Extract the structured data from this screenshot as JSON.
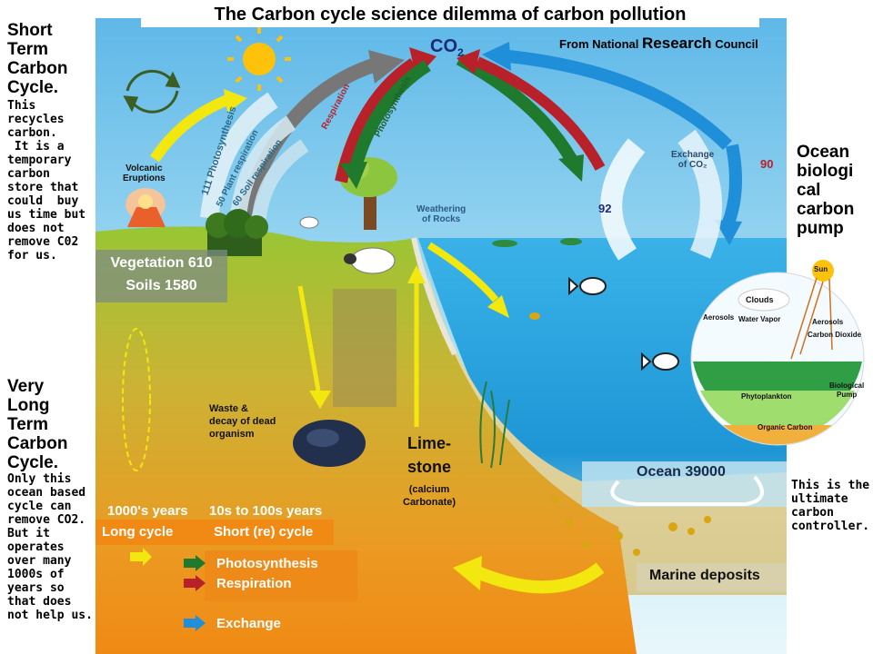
{
  "title": "The Carbon cycle science dilemma of carbon pollution",
  "source": {
    "prefix": "From National ",
    "emphasis": "Research",
    "suffix": " Council"
  },
  "left_top": {
    "heading": [
      "Short",
      "Term",
      "Carbon",
      "Cycle."
    ],
    "body": [
      "This",
      "recycles",
      "carbon.",
      " It is a",
      "temporary",
      "carbon",
      "store that",
      "could  buy",
      "us time but",
      "does not",
      "remove C02",
      "for us."
    ]
  },
  "left_bottom": {
    "heading": [
      "Very",
      "Long",
      "Term",
      "Carbon",
      "Cycle."
    ],
    "body": [
      "Only this",
      "ocean based",
      "cycle can",
      "remove CO2.",
      "But it",
      "operates",
      "over many",
      "1000s of",
      "years so",
      "that does",
      "not help us."
    ]
  },
  "right_top": {
    "heading": [
      "Ocean",
      "biologi",
      "cal",
      "carbon",
      "pump"
    ]
  },
  "right_bottom": {
    "body": [
      "This is the",
      "ultimate",
      "carbon",
      "controller."
    ]
  },
  "diagram": {
    "co2": "CO",
    "co2_sub": "2",
    "volcanic": [
      "Volcanic",
      "Eruptions"
    ],
    "flux_111": "111",
    "photosynthesis": "Photosynthesis",
    "flux_50": "50",
    "plant_resp": "Plant respiration",
    "flux_60": "60",
    "soil_resp": "Soil respiration",
    "respiration_center": "Respiration",
    "photosynthesis_center": "Photosynthesis",
    "weathering": [
      "Weathering",
      "of Rocks"
    ],
    "exchange": [
      "Exchange",
      "of CO₂"
    ],
    "flux_92": "92",
    "flux_90": "90",
    "vegetation": "Vegetation 610",
    "soils": "Soils 1580",
    "waste": [
      "Waste &",
      "decay of dead",
      "organism"
    ],
    "limestone": [
      "Lime-",
      "stone"
    ],
    "limestone_sub": [
      "(calcium",
      "Carbonate)"
    ],
    "ocean": "Ocean 39000",
    "marine": "Marine deposits",
    "pump_inset": {
      "sun": "Sun",
      "clouds": "Clouds",
      "aerosols_left": "Aerosols",
      "water_vapor": "Water Vapor",
      "aerosols_right": "Aerosols",
      "carbon_dioxide": "Carbon Dioxide",
      "phytoplankton": "Phytoplankton",
      "biological_pump": [
        "Biological",
        "Pump"
      ],
      "organic_carbon": "Organic Carbon"
    }
  },
  "legend": {
    "long_years": "1000's years",
    "short_years": "10s to 100s years",
    "long_cycle": "Long cycle",
    "short_cycle": "Short (re) cycle",
    "items": [
      {
        "label": "Photosynthesis",
        "color": "#1f7a2e"
      },
      {
        "label": "Respiration",
        "color": "#b8202a"
      },
      {
        "label": "Exchange",
        "color": "#1e8fd8"
      }
    ],
    "long_arrow_color": "#f2e80f"
  },
  "colors": {
    "sky": "#8fd0f0",
    "ocean": "#29a8e0",
    "land": "#8dbb2c",
    "soil": "#f08a14",
    "arrow_gray": "#777777"
  }
}
